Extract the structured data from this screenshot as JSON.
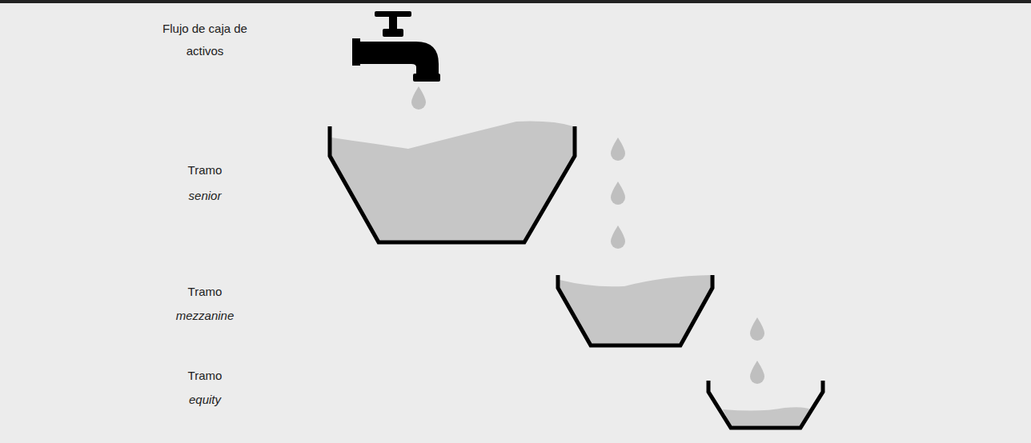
{
  "diagram": {
    "labels": [
      "Flujo de caja de activos",
      "Tramo",
      "senior",
      "Tramo",
      "mezzanine",
      "Tramo",
      "equity"
    ]
  }
}
